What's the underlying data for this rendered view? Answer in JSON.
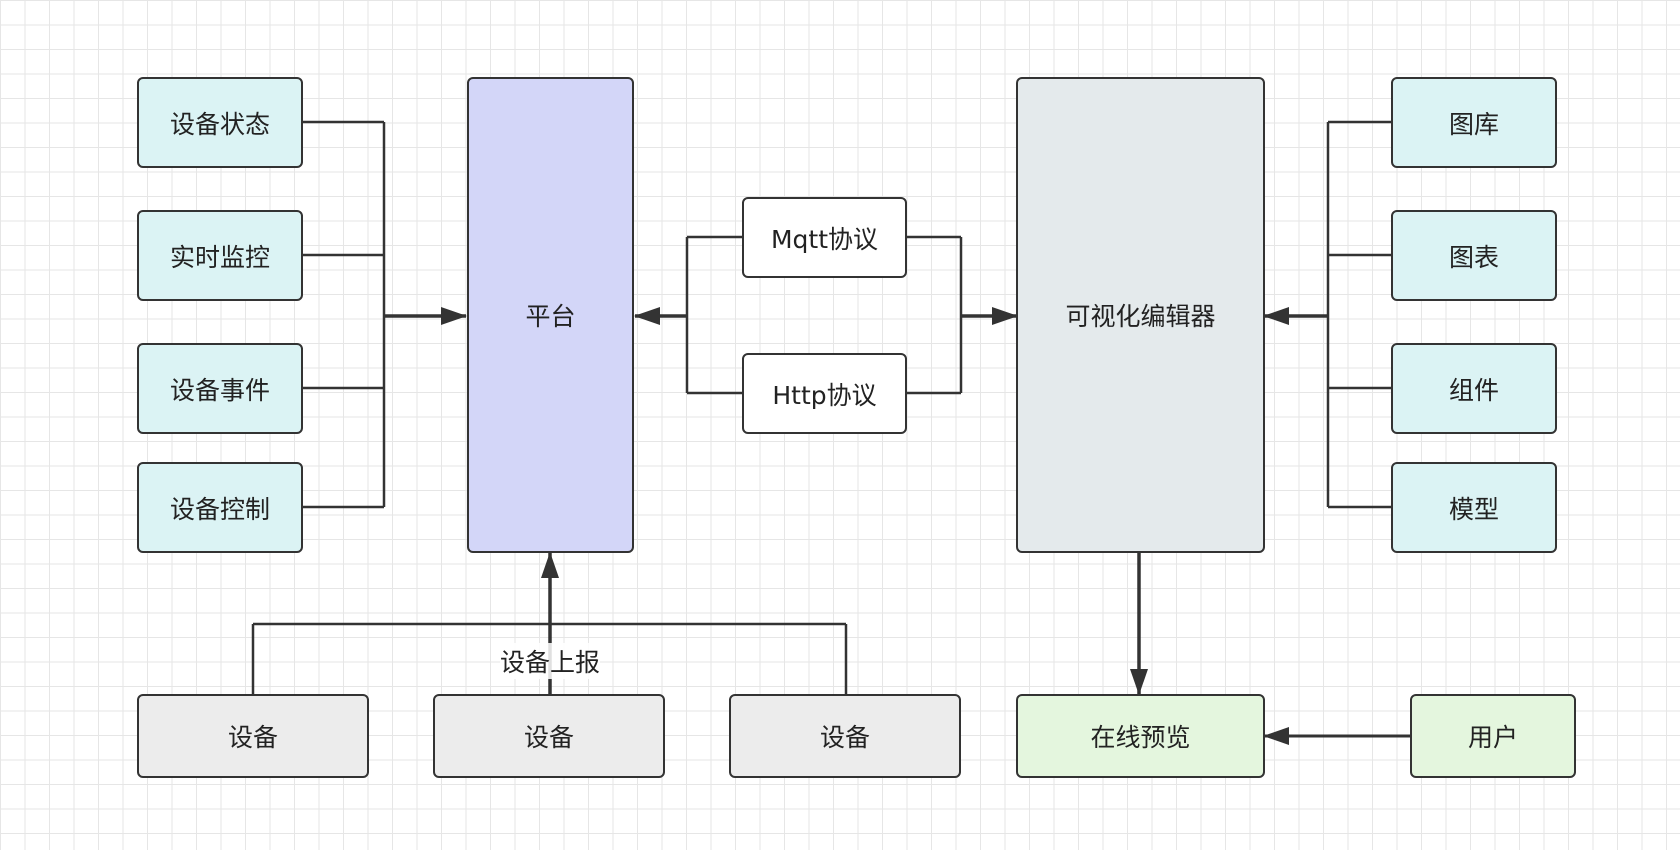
{
  "colors": {
    "teal_fill": "#dbf3f4",
    "platform_fill": "#d3d6f8",
    "editor_fill": "#e4eaec",
    "device_fill": "#ececec",
    "green_fill": "#e4f6de",
    "white_fill": "#ffffff",
    "stroke": "#333333"
  },
  "left_features": [
    {
      "label": "设备状态"
    },
    {
      "label": "实时监控"
    },
    {
      "label": "设备事件"
    },
    {
      "label": "设备控制"
    }
  ],
  "platform": {
    "label": "平台"
  },
  "protocols": [
    {
      "label": "Mqtt协议"
    },
    {
      "label": "Http协议"
    }
  ],
  "editor": {
    "label": "可视化编辑器"
  },
  "right_resources": [
    {
      "label": "图库"
    },
    {
      "label": "图表"
    },
    {
      "label": "组件"
    },
    {
      "label": "模型"
    }
  ],
  "devices": [
    {
      "label": "设备"
    },
    {
      "label": "设备"
    },
    {
      "label": "设备"
    }
  ],
  "device_report_label": "设备上报",
  "preview": {
    "label": "在线预览"
  },
  "user": {
    "label": "用户"
  }
}
